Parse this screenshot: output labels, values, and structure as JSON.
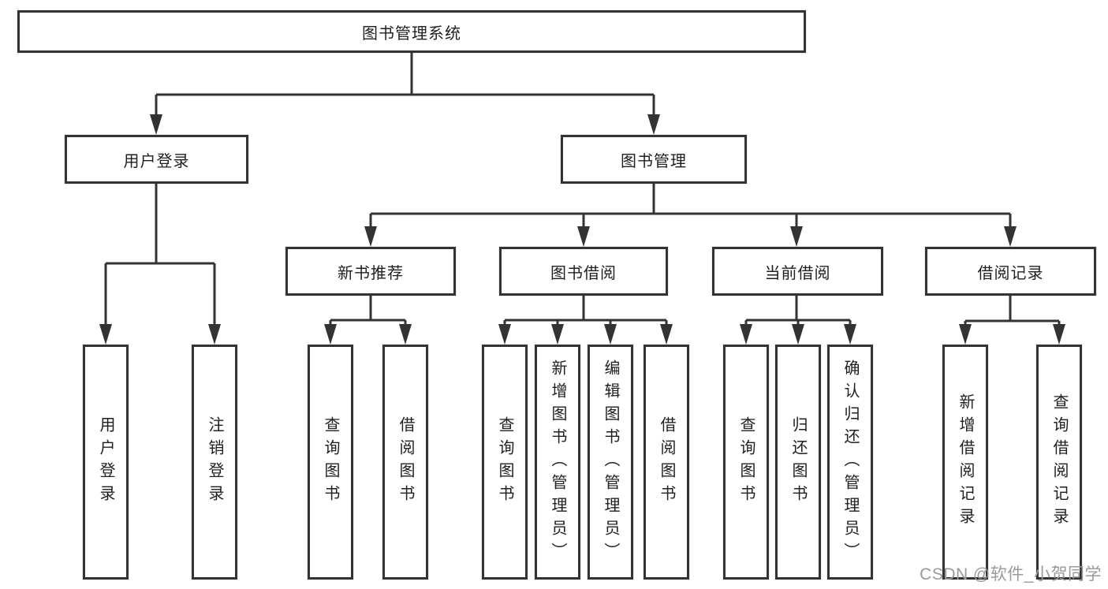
{
  "diagram": {
    "title": "图书管理系统",
    "colors": {
      "line": "#333333",
      "text": "#1f1f1f",
      "box_background": "#ffffff",
      "watermark": "#9a9a9a"
    },
    "root": {
      "label": "图书管理系统"
    },
    "level2": [
      {
        "label": "用户登录"
      },
      {
        "label": "图书管理"
      }
    ],
    "level3": [
      {
        "label": "新书推荐",
        "parent": "图书管理"
      },
      {
        "label": "图书借阅",
        "parent": "图书管理"
      },
      {
        "label": "当前借阅",
        "parent": "图书管理"
      },
      {
        "label": "借阅记录",
        "parent": "图书管理"
      }
    ],
    "leaves": [
      {
        "label": "用户登录",
        "parent": "用户登录"
      },
      {
        "label": "注销登录",
        "parent": "用户登录"
      },
      {
        "label": "查询图书",
        "parent": "新书推荐"
      },
      {
        "label": "借阅图书",
        "parent": "新书推荐"
      },
      {
        "label": "查询图书",
        "parent": "图书借阅"
      },
      {
        "label": "新增图书（管理员）",
        "parent": "图书借阅"
      },
      {
        "label": "编辑图书（管理员）",
        "parent": "图书借阅"
      },
      {
        "label": "借阅图书",
        "parent": "图书借阅"
      },
      {
        "label": "查询图书",
        "parent": "当前借阅"
      },
      {
        "label": "归还图书",
        "parent": "当前借阅"
      },
      {
        "label": "确认归还（管理员）",
        "parent": "当前借阅"
      },
      {
        "label": "新增借阅记录",
        "parent": "借阅记录"
      },
      {
        "label": "查询借阅记录",
        "parent": "借阅记录"
      }
    ],
    "watermark": "CSDN @软件_小贺同学"
  }
}
